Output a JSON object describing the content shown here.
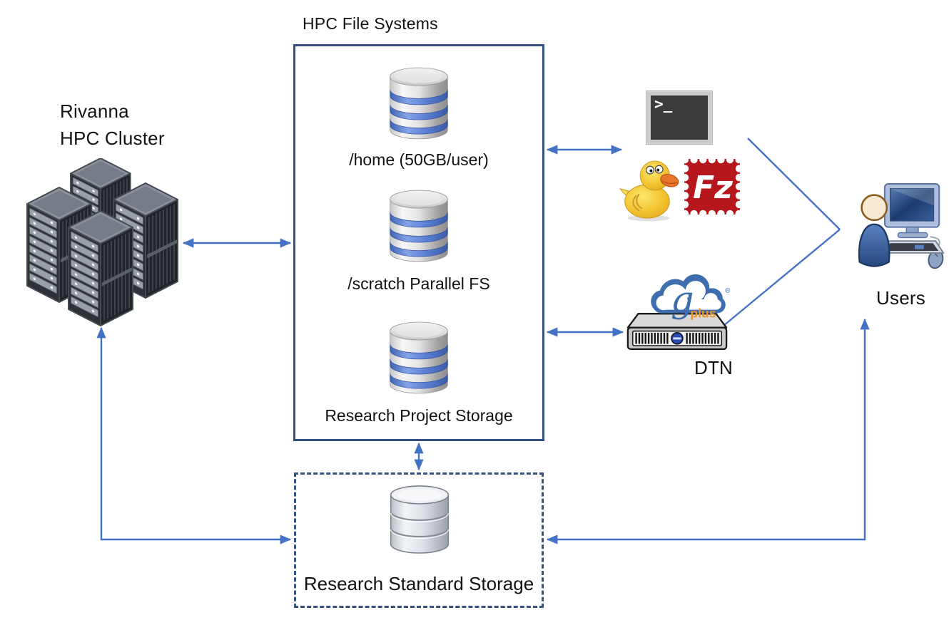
{
  "colors": {
    "connector_blue": "#4472C4",
    "box_border_blue": "#35517F",
    "filezilla_red": "#B6171C",
    "globus_blue": "#3F6EAE",
    "globus_orange": "#EE9422",
    "cyberduck_yellow": "#F2C12E",
    "database_band_blue": "#5D82D6",
    "background": "#FFFFFF",
    "text": "#121212"
  },
  "cluster": {
    "icon": "server-rack-cluster",
    "label_line1": "Rivanna",
    "label_line2": "HPC Cluster"
  },
  "file_systems": {
    "title": "HPC File Systems",
    "items": [
      {
        "icon": "database-cylinder-blue",
        "label": "/home (50GB/user)"
      },
      {
        "icon": "database-cylinder-blue",
        "label": "/scratch Parallel FS"
      },
      {
        "icon": "database-cylinder-blue",
        "label": "Research Project Storage"
      }
    ]
  },
  "access_tools": {
    "terminal": {
      "icon": "terminal",
      "prompt": ">_"
    },
    "cyberduck": {
      "icon": "cyberduck-duck"
    },
    "filezilla": {
      "icon": "filezilla-stamp",
      "glyph": "Fz"
    }
  },
  "globus": {
    "icon": "globus-cloud",
    "g": "g",
    "plus": "plus",
    "registered": "®"
  },
  "dtn": {
    "icon": "rack-server",
    "label": "DTN"
  },
  "users": {
    "icon": "user-at-computer",
    "label": "Users"
  },
  "standard_storage": {
    "icon": "database-cylinder-plain",
    "label": "Research Standard Storage"
  }
}
